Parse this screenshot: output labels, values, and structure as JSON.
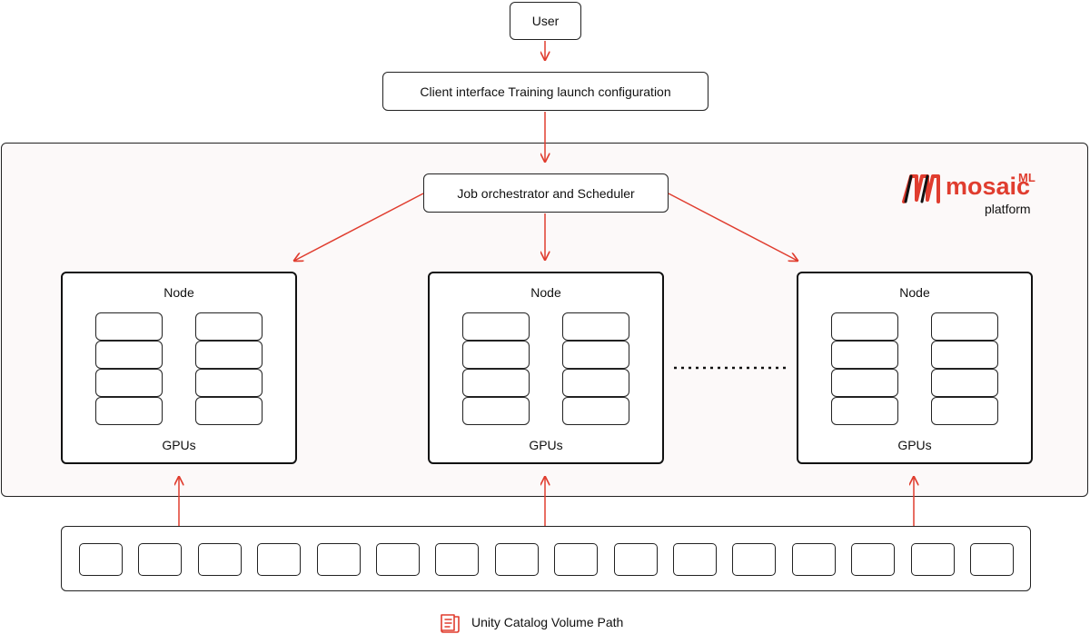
{
  "user": {
    "label": "User"
  },
  "client": {
    "label": "Client interface Training launch configuration"
  },
  "orchestrator": {
    "label": "Job orchestrator and Scheduler"
  },
  "logo": {
    "word": "mosaic",
    "superscript": "ML",
    "subtitle": "platform"
  },
  "nodes": [
    {
      "title": "Node",
      "footer": "GPUs"
    },
    {
      "title": "Node",
      "footer": "GPUs"
    },
    {
      "title": "Node",
      "footer": "GPUs"
    }
  ],
  "gpus_per_column": 4,
  "storage": {
    "slot_count": 16,
    "label": "Unity Catalog Volume Path"
  },
  "colors": {
    "arrow": "#e03d2f",
    "brand": "#e03d2f",
    "border": "#222222",
    "platform_bg": "#fcf9f9"
  }
}
